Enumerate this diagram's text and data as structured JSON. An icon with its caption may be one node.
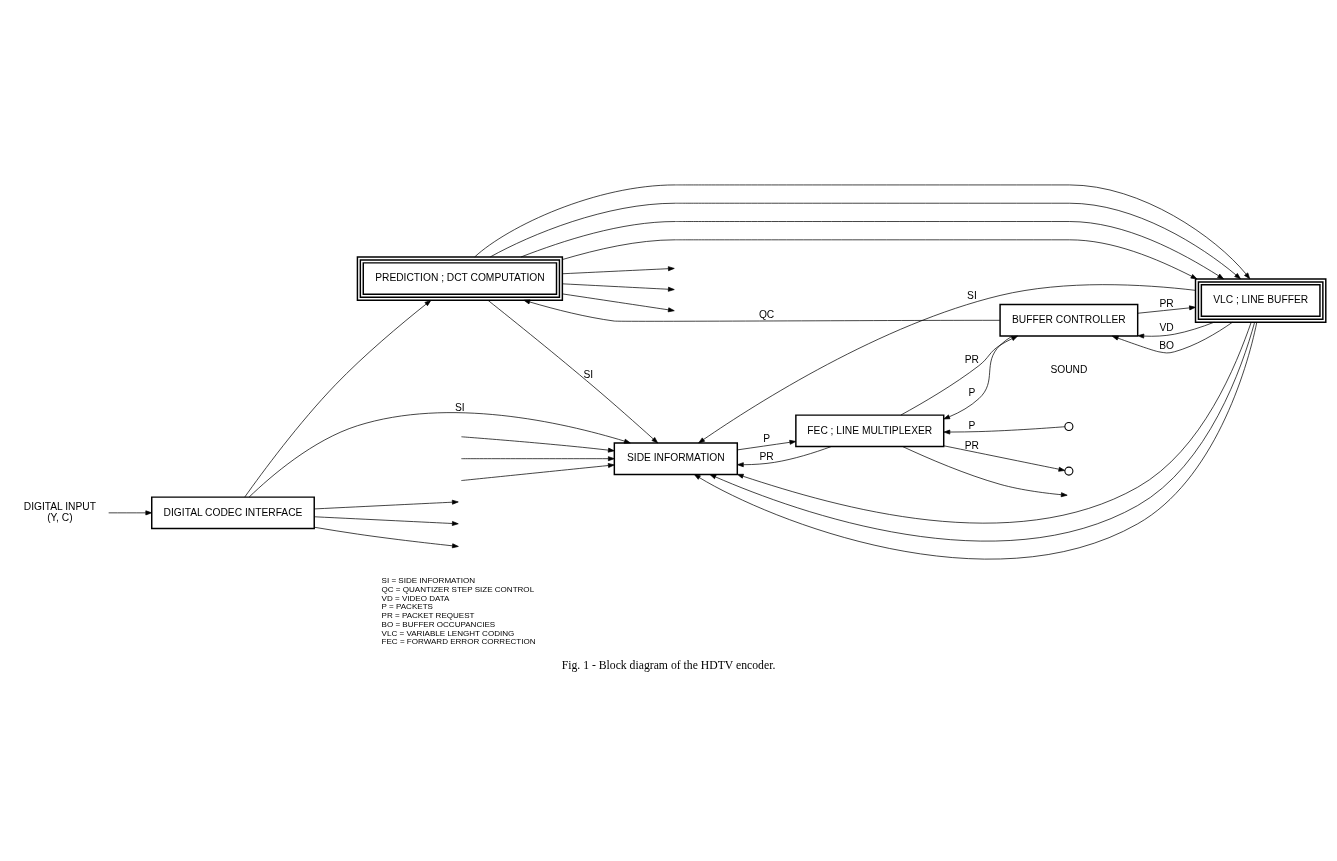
{
  "diagram": {
    "caption": "Fig. 1 - Block diagram of the HDTV encoder.",
    "nodes": [
      {
        "text": [
          "DIGITAL INPUT",
          "(Y, C)"
        ]
      },
      {
        "text": [
          "DIGITAL CODEC INTERFACE"
        ]
      },
      {
        "text": [
          "PREDICTION ; DCT COMPUTATION"
        ]
      },
      {
        "text": [
          "SIDE INFORMATION"
        ]
      },
      {
        "text": [
          "VLC ; LINE BUFFER"
        ]
      },
      {
        "text": [
          "BUFFER CONTROLLER"
        ]
      },
      {
        "text": [
          "FEC ; LINE MULTIPLEXER"
        ]
      },
      {
        "text": [],
        "shape": "circle"
      },
      {
        "text": [],
        "shape": "circle"
      }
    ],
    "edges": [
      {
        "from": 0,
        "to": 1,
        "arrow": "to"
      },
      {
        "from": 1,
        "to": 3,
        "label": "SI",
        "arrow": "to"
      },
      {
        "from": 1,
        "to": 2,
        "arrow": "to"
      },
      {
        "from": 1,
        "to": null,
        "arrow": "to"
      },
      {
        "from": 1,
        "to": null,
        "arrow": "to"
      },
      {
        "from": 1,
        "to": null,
        "arrow": "to"
      },
      {
        "from": 2,
        "to": 3,
        "label": "SI",
        "arrow": "to"
      },
      {
        "from": null,
        "to": 3,
        "arrow": "to"
      },
      {
        "from": null,
        "to": 3,
        "arrow": "to"
      },
      {
        "from": null,
        "to": 3,
        "arrow": "to"
      },
      {
        "from": 2,
        "to": null,
        "arrow": "to"
      },
      {
        "from": 2,
        "to": null,
        "arrow": "to"
      },
      {
        "from": 2,
        "to": null,
        "arrow": "to"
      },
      {
        "from": 2,
        "to": 4,
        "arrow": "to"
      },
      {
        "from": 2,
        "to": 4,
        "arrow": "to"
      },
      {
        "from": 2,
        "to": 4,
        "arrow": "to"
      },
      {
        "from": 2,
        "to": 4,
        "arrow": "to"
      },
      {
        "from": 4,
        "to": 3,
        "label": "SI",
        "arrow": "to"
      },
      {
        "from": 4,
        "to": 3,
        "arrow": "to"
      },
      {
        "from": 4,
        "to": 3,
        "arrow": "to"
      },
      {
        "from": 4,
        "to": 3,
        "arrow": "to"
      },
      {
        "from": 3,
        "to": 6,
        "label": "P",
        "arrow": "to"
      },
      {
        "from": 6,
        "to": 3,
        "label": "PR",
        "arrow": "to"
      },
      {
        "from": 4,
        "to": 5,
        "label": "VD",
        "arrow": "to"
      },
      {
        "from": 5,
        "to": 4,
        "label": "PR",
        "arrow": "to"
      },
      {
        "from": 4,
        "to": 5,
        "label": "BO",
        "arrow": "to"
      },
      {
        "from": 5,
        "to": 2,
        "label": "QC",
        "arrow": "to"
      },
      {
        "from": 5,
        "to": 6,
        "label": "P",
        "arrow": "to"
      },
      {
        "from": 6,
        "to": 5,
        "label": "PR",
        "arrow": "to"
      },
      {
        "from": 6,
        "to": null,
        "arrow": "to"
      },
      {
        "from": 7,
        "to": 6,
        "label": "P",
        "arrow": "to"
      },
      {
        "from": 6,
        "to": 8,
        "label": "PR",
        "arrow": "to"
      }
    ],
    "labels": [
      "SOUND",
      "SI = SIDE INFORMATION",
      "QC = QUANTIZER STEP SIZE CONTROL",
      "VD = VIDEO DATA",
      "P = PACKETS",
      "PR = PACKET REQUEST",
      "BO = BUFFER OCCUPANCIES",
      "VLC = VARIABLE LENGHT CODING",
      "FEC = FORWARD ERROR CORRECTION"
    ]
  }
}
